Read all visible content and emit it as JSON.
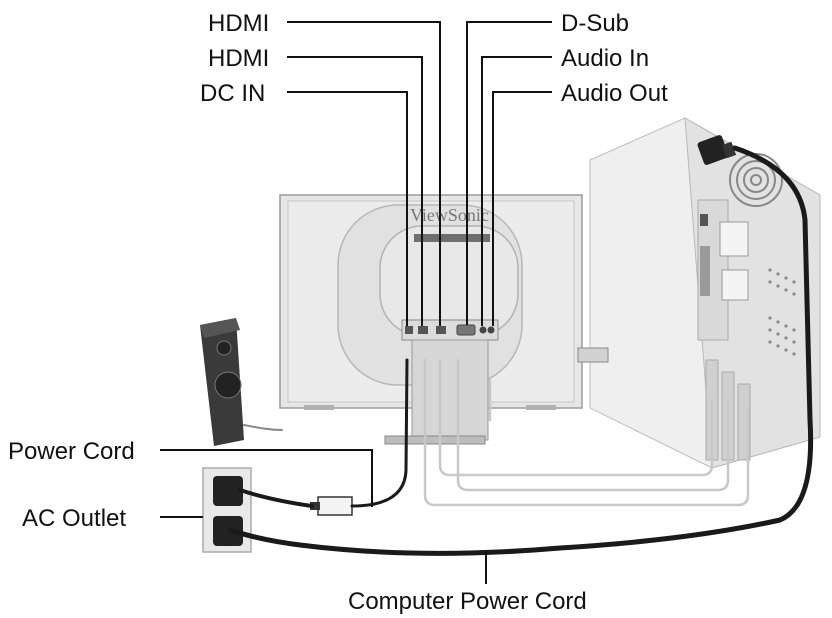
{
  "labels": {
    "hdmi_1": "HDMI",
    "hdmi_2": "HDMI",
    "dc_in": "DC IN",
    "d_sub": "D-Sub",
    "audio_in": "Audio In",
    "audio_out": "Audio Out",
    "power_cord": "Power Cord",
    "ac_outlet": "AC Outlet",
    "computer_power_cord": "Computer Power Cord"
  },
  "monitor": {
    "brand": "ViewSonic"
  },
  "colors": {
    "line": "#111111",
    "panel": "#e4e4e4",
    "panel_shadow": "#c9c9c9",
    "tower": "#e9e9e9",
    "cable_gray": "#c8c8c8",
    "cable_dark": "#1a1a1a"
  }
}
